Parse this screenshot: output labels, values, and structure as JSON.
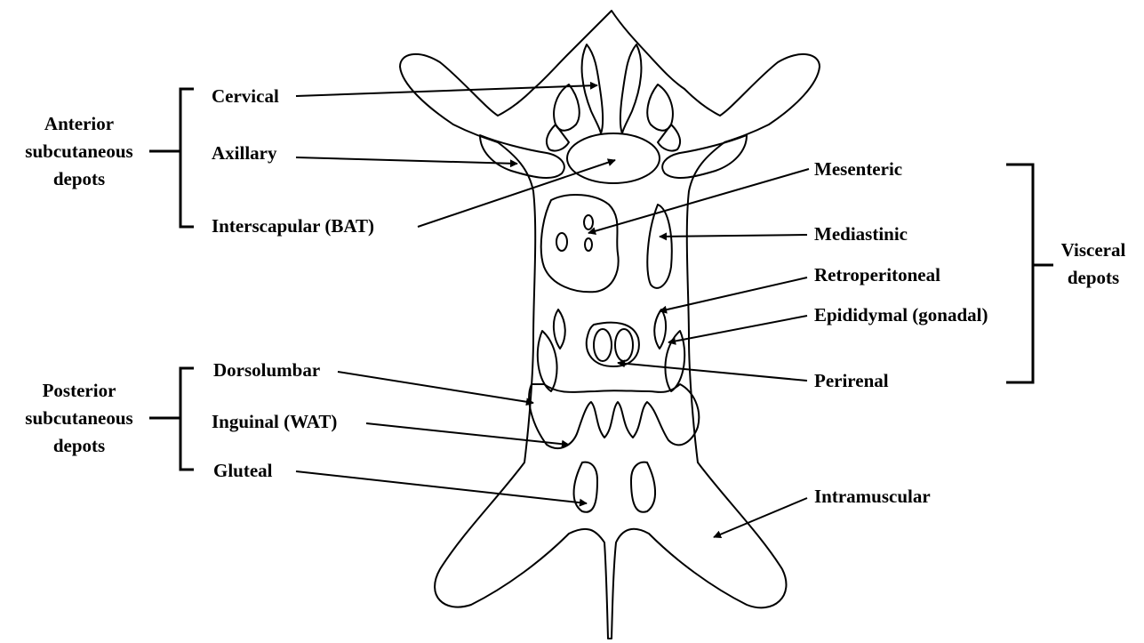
{
  "groups": {
    "anterior": "Anterior subcutaneous depots",
    "anterior_lines": [
      "Anterior",
      "subcutaneous",
      "depots"
    ],
    "posterior_lines": [
      "Posterior",
      "subcutaneous",
      "depots"
    ],
    "visceral_lines": [
      "Visceral",
      "depots"
    ]
  },
  "labels": {
    "cervical": "Cervical",
    "axillary": "Axillary",
    "interscapular": "Interscapular (BAT)",
    "dorsolumbar": "Dorsolumbar",
    "inguinal": "Inguinal (WAT)",
    "gluteal": "Gluteal",
    "mesenteric": "Mesenteric",
    "mediastinic": "Mediastinic",
    "retroperitoneal": "Retroperitoneal",
    "epididymal": "Epididymal (gonadal)",
    "perirenal": "Perirenal",
    "intramuscular": "Intramuscular"
  }
}
